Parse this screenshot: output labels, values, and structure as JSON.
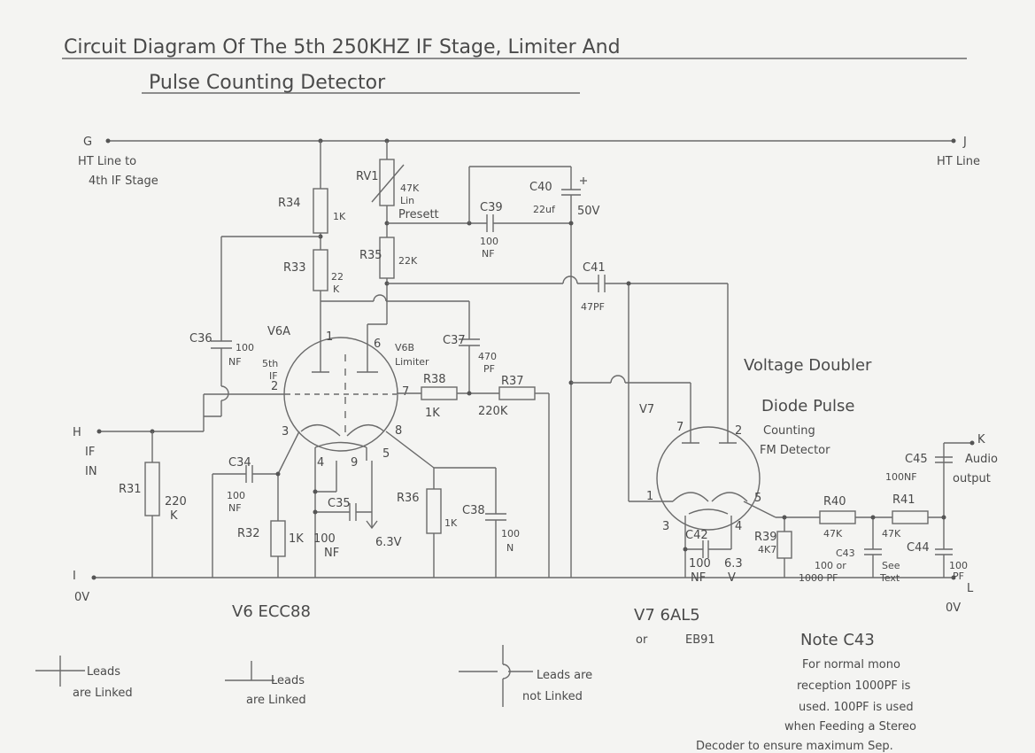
{
  "title": {
    "line1": "Circuit Diagram Of The 5th 250KHZ IF Stage, Limiter And",
    "line2": "Pulse Counting Detector"
  },
  "terminals": {
    "g": "G",
    "g_label1": "HT Line to",
    "g_label2": "4th IF Stage",
    "j": "J",
    "j_label": "HT Line",
    "h": "H",
    "h_label1": "IF",
    "h_label2": "IN",
    "i": "I",
    "i_label": "0V",
    "k": "K",
    "k_label1": "Audio",
    "k_label2": "output",
    "l": "L",
    "l_label": "0V"
  },
  "components": {
    "r34": "R34",
    "r34_val": "1K",
    "rv1": "RV1",
    "rv1_val1": "47K",
    "rv1_val2": "Lin",
    "rv1_val3": "Presett",
    "c40": "C40",
    "c40_val1": "22uf",
    "c40_val2": "50V",
    "c39": "C39",
    "c39_val1": "100",
    "c39_val2": "NF",
    "r33": "R33",
    "r33_val1": "22",
    "r33_val2": "K",
    "r35": "R35",
    "r35_val": "22K",
    "c41": "C41",
    "c41_val": "47PF",
    "c36": "C36",
    "c36_val1": "100",
    "c36_val2": "NF",
    "c37": "C37",
    "c37_val1": "470",
    "c37_val2": "PF",
    "r38": "R38",
    "r38_val": "1K",
    "r37": "R37",
    "r37_val": "220K",
    "r31": "R31",
    "r31_val1": "220",
    "r31_val2": "K",
    "c34": "C34",
    "c34_val1": "100",
    "c34_val2": "NF",
    "r32": "R32",
    "r32_val": "1K",
    "c35": "C35",
    "c35_val1": "100",
    "c35_val2": "NF",
    "heater_v6": "6.3V",
    "r36": "R36",
    "r36_val": "1K",
    "c38": "C38",
    "c38_val1": "100",
    "c38_val2": "N",
    "c42": "C42",
    "c42_val1": "100",
    "c42_val2": "NF",
    "c42_heater1": "6.3",
    "c42_heater2": "V",
    "r39": "R39",
    "r39_val": "4K7",
    "r40": "R40",
    "r40_val": "47K",
    "r41": "R41",
    "r41_val": "47K",
    "c43": "C43",
    "c43_val1": "100 or",
    "c43_val2": "1000 PF",
    "c43_val3": "See",
    "c43_val4": "Text",
    "c44": "C44",
    "c44_val1": "100",
    "c44_val2": "PF",
    "c45": "C45",
    "c45_val": "100NF"
  },
  "tubes": {
    "v6a": "V6A",
    "v6a_desc1": "5th",
    "v6a_desc2": "IF",
    "v6b": "V6B",
    "v6b_desc": "Limiter",
    "v6_type": "V6 ECC88",
    "v7": "V7",
    "v7_type": "V7 6AL5",
    "v7_alt1": "or",
    "v7_alt2": "EB91",
    "pins_v6": [
      "1",
      "2",
      "3",
      "4",
      "9",
      "5",
      "6",
      "7",
      "8"
    ],
    "pins_v7": [
      "7",
      "2",
      "1",
      "3",
      "4",
      "5"
    ]
  },
  "description": {
    "line1": "Voltage Doubler",
    "line2": "Diode Pulse",
    "line3": "Counting",
    "line4": "FM Detector"
  },
  "legend": {
    "linked1_a": "Leads",
    "linked1_b": "are Linked",
    "linked2_a": "Leads",
    "linked2_b": "are Linked",
    "notlinked_a": "Leads are",
    "notlinked_b": "not Linked"
  },
  "note": {
    "title": "Note C43",
    "line1": "For normal mono",
    "line2": "reception 1000PF is",
    "line3": "used. 100PF is used",
    "line4": "when Feeding a Stereo",
    "line5": "Decoder to ensure maximum Sep."
  }
}
